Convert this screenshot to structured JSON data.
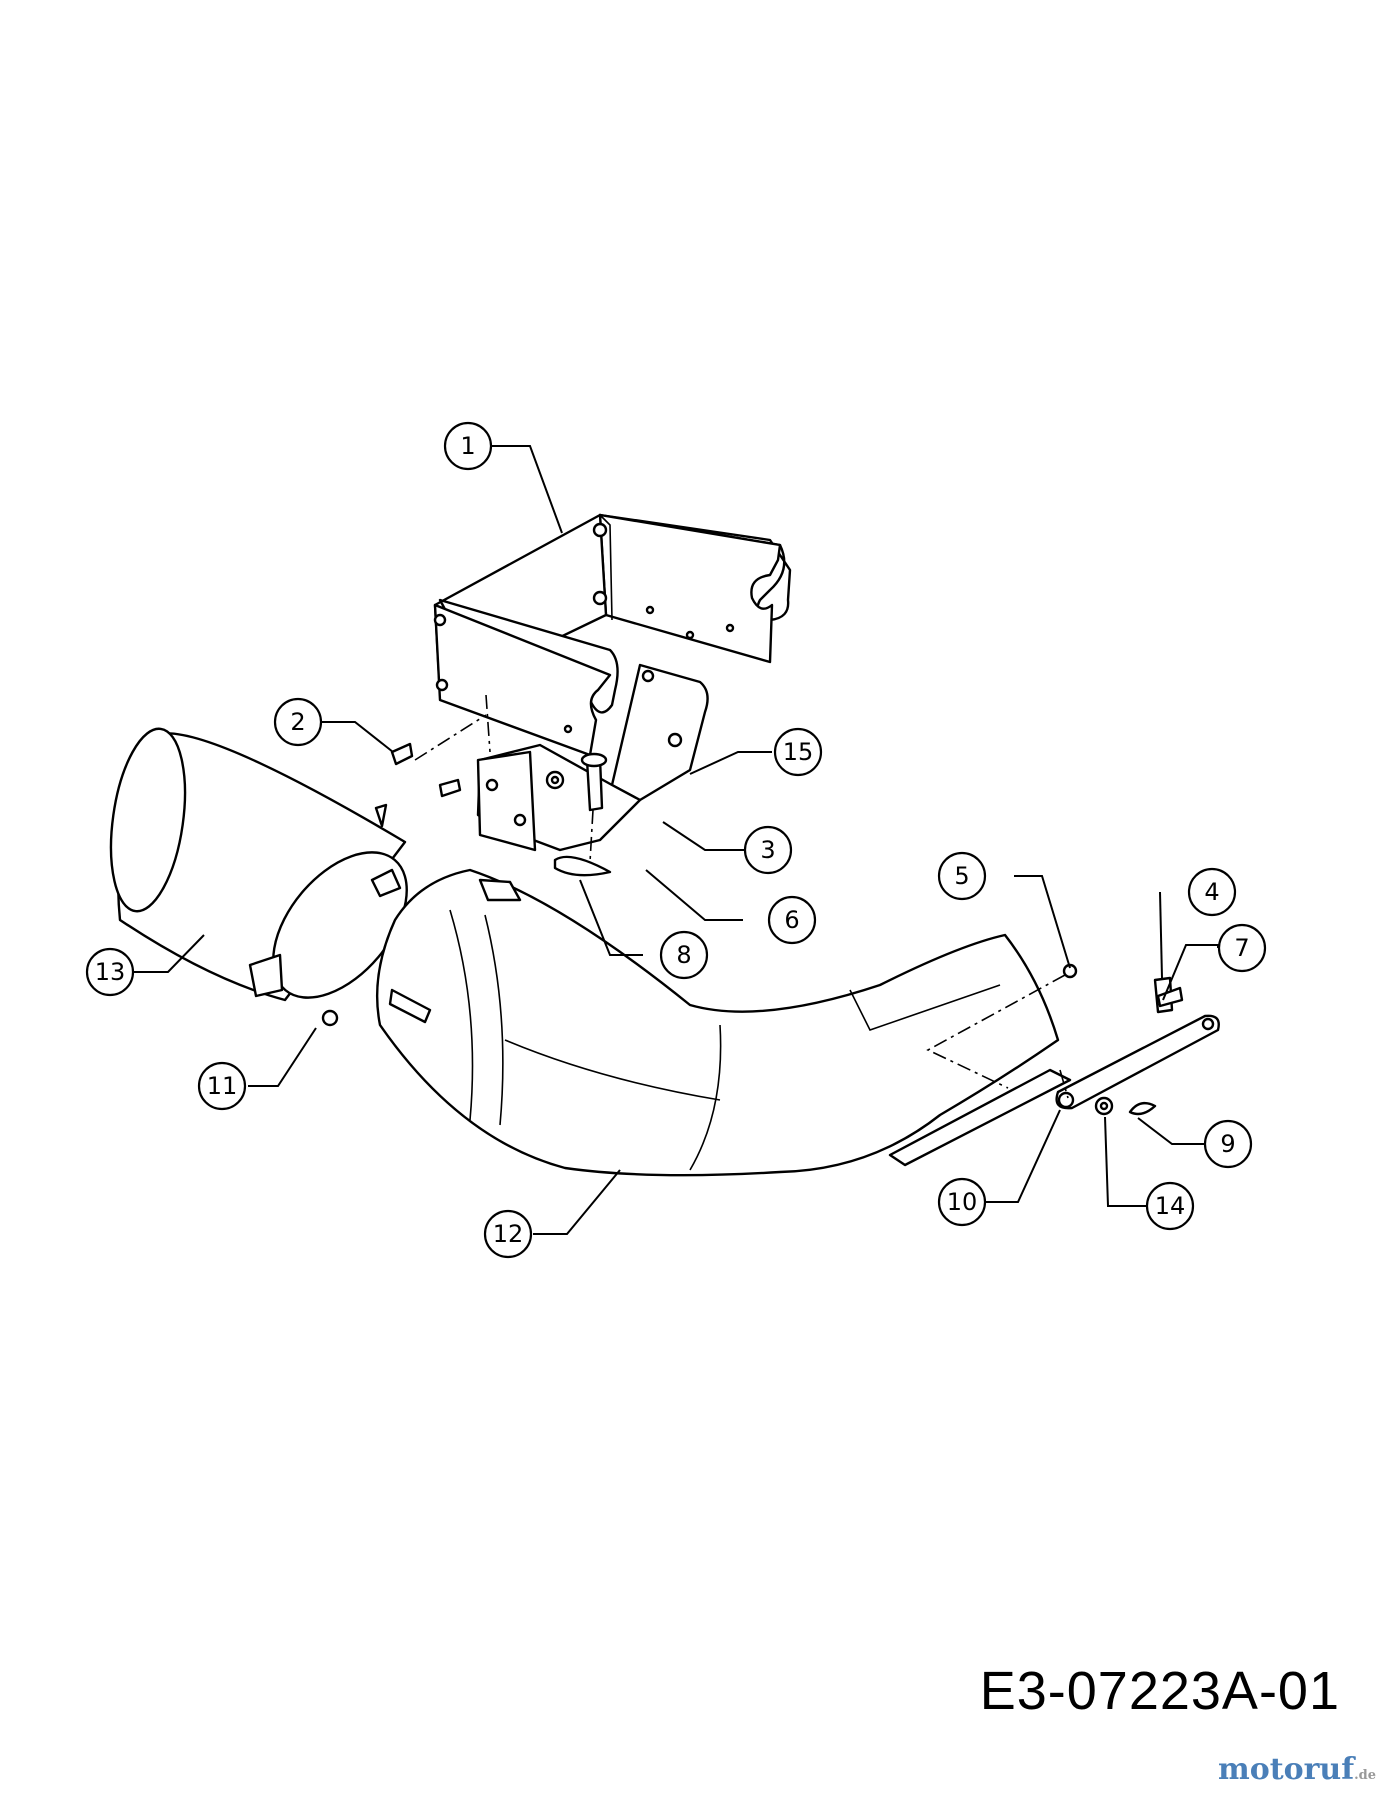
{
  "callouts": [
    {
      "id": "1",
      "label": "1"
    },
    {
      "id": "2",
      "label": "2"
    },
    {
      "id": "3",
      "label": "3"
    },
    {
      "id": "4",
      "label": "4"
    },
    {
      "id": "5",
      "label": "5"
    },
    {
      "id": "6",
      "label": "6"
    },
    {
      "id": "7",
      "label": "7"
    },
    {
      "id": "8",
      "label": "8"
    },
    {
      "id": "9",
      "label": "9"
    },
    {
      "id": "10",
      "label": "10"
    },
    {
      "id": "11",
      "label": "11"
    },
    {
      "id": "12",
      "label": "12"
    },
    {
      "id": "13",
      "label": "13"
    },
    {
      "id": "14",
      "label": "14"
    },
    {
      "id": "15",
      "label": "15"
    }
  ],
  "reference_code": "E3-07223A-01",
  "watermark": {
    "brand": "motoruf",
    "domain": ".de"
  }
}
